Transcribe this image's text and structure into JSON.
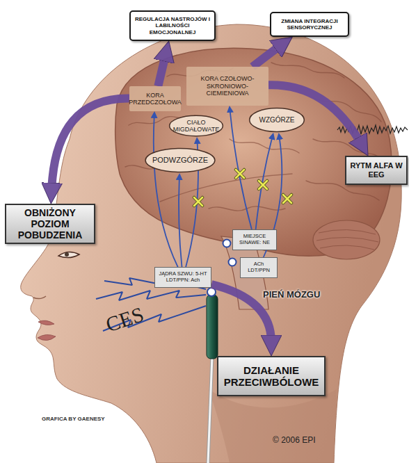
{
  "diagram": {
    "nodes": [
      {
        "text": [
          "REGULACJA NASTROJÓW I LABILNOŚCI EMOCJONALNEJ"
        ]
      },
      {
        "text": [
          "ZMIANA INTEGRACJI SENSORYCZNEJ"
        ]
      },
      {
        "text": [
          "KORA CZOŁOWO-SKRONIOWO-CIEMIENIOWA"
        ]
      },
      {
        "text": [
          "KORA PRZEDCZOŁOWA"
        ]
      },
      {
        "text": [
          "CIAŁO MIGDAŁOWATE"
        ]
      },
      {
        "text": [
          "WZGÓRZE"
        ]
      },
      {
        "text": [
          "PODWZGÓRZE"
        ]
      },
      {
        "text": [
          "RYTM ALFA W EEG"
        ]
      },
      {
        "text": [
          "OBNIŻONY POZIOM POBUDZENIA"
        ]
      },
      {
        "text": [
          "MIEJSCE SINAWE: NE"
        ]
      },
      {
        "text": [
          "JĄDRA SZWU: 5-HT LDT/PPN: Ach"
        ]
      },
      {
        "text": [
          "ACh LDT/PPN"
        ]
      },
      {
        "text": [
          "DZIAŁANIE PRZECIWBÓLOWE"
        ]
      }
    ],
    "edges": [
      {
        "from": 3,
        "to": 0,
        "arrow": "to"
      },
      {
        "from": 2,
        "to": 1,
        "arrow": "to"
      },
      {
        "from": 2,
        "to": 7,
        "arrow": "to"
      },
      {
        "from": 3,
        "to": 8,
        "arrow": "to"
      },
      {
        "from": 10,
        "to": 12,
        "arrow": "to"
      },
      {
        "from": 10,
        "to": 3,
        "arrow": "to"
      },
      {
        "from": 10,
        "to": 6,
        "arrow": "to"
      },
      {
        "from": 10,
        "to": 4,
        "arrow": "to"
      },
      {
        "from": 9,
        "to": 5,
        "arrow": "to"
      },
      {
        "from": 9,
        "to": 2,
        "arrow": "to"
      },
      {
        "from": 11,
        "to": 5,
        "arrow": "to"
      }
    ],
    "labels": [
      "PIEŃ MÓZGU",
      "CES",
      "GRAFICA BY GAENESY",
      "© 2006 EPI"
    ]
  }
}
